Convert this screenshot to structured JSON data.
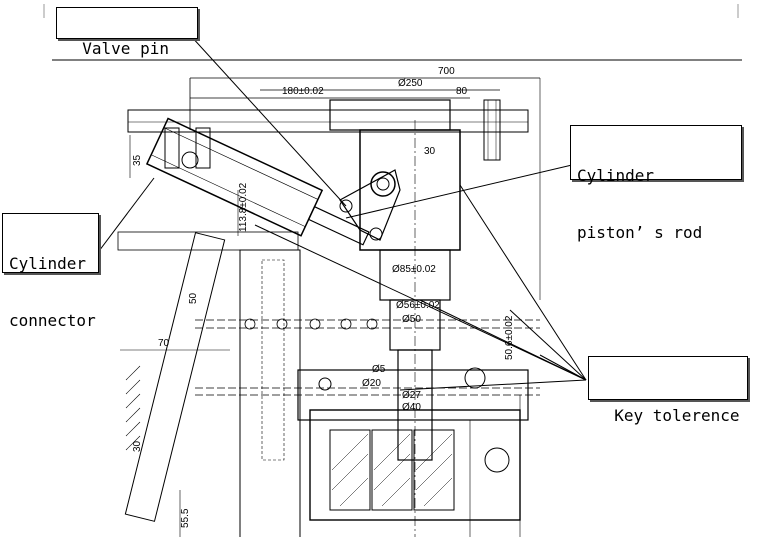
{
  "callouts": {
    "valve_pin": "Valve pin",
    "cylinder_piston_rod_line1": "Cylinder",
    "cylinder_piston_rod_line2": "piston’ s rod",
    "cylinder_connector_line1": "Cylinder",
    "cylinder_connector_line2": "connector",
    "key_tolerence": "Key tolerence"
  },
  "dimensions": {
    "overall_width": "700",
    "diameter_250": "Ø250",
    "d180": "180±0.02",
    "d80": "80",
    "d30": "30",
    "d35": "35",
    "d113": "113.8±0.02",
    "d85": "Ø85±0.02",
    "d56": "Ø56±0.02",
    "d50": "Ø50",
    "d5": "Ø5",
    "d20": "Ø20",
    "d27": "Ø27",
    "d40": "Ø40",
    "d50_left": "50",
    "d70": "70",
    "d55": "55.5",
    "d50_right": "50.6±0.02",
    "d30_side": "30"
  }
}
